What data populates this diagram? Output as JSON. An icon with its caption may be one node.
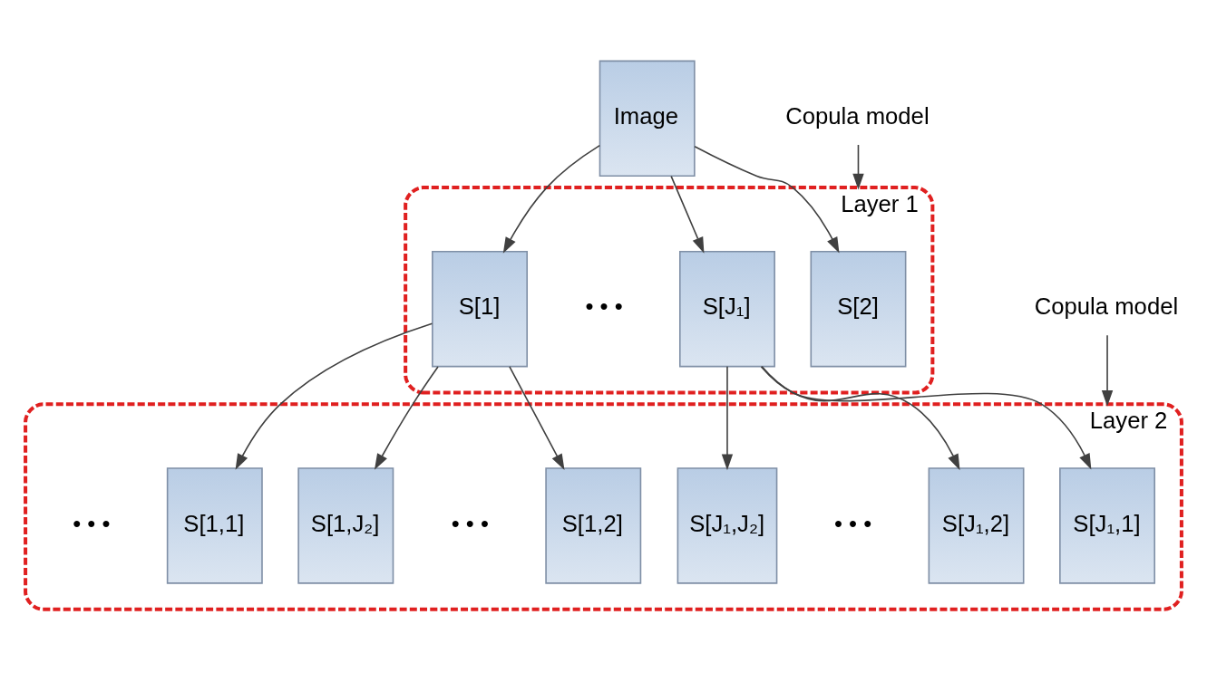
{
  "diagram": {
    "nodes": [
      {
        "text": [
          "Image"
        ]
      },
      {
        "text": [
          "Copula model"
        ]
      },
      {
        "text": [],
        "shape": "ellipse",
        "beside": [
          "Layer 1"
        ]
      },
      {
        "text": [
          "S[1]"
        ],
        "in": 2
      },
      {
        "text": [
          "S[2]"
        ],
        "in": 2
      },
      {
        "text": [
          "S[J₁]"
        ],
        "in": 2
      },
      {
        "text": [
          "Copula model"
        ]
      },
      {
        "text": [],
        "shape": "ellipse",
        "beside": [
          "Layer 2"
        ]
      },
      {
        "text": [
          "S[1,1]"
        ],
        "in": 7
      },
      {
        "text": [
          "S[1,2]"
        ],
        "in": 7
      },
      {
        "text": [
          "S[1,J₂]"
        ],
        "in": 7
      },
      {
        "text": [
          "S[J₁,1]"
        ],
        "in": 7
      },
      {
        "text": [
          "S[J₁,2]"
        ],
        "in": 7
      },
      {
        "text": [
          "S[J₁,J₂]"
        ],
        "in": 7
      }
    ],
    "edges": [
      {
        "from": 0,
        "to": 3,
        "arrow": "to"
      },
      {
        "from": 0,
        "to": 4,
        "arrow": "to"
      },
      {
        "from": 0,
        "to": 5,
        "arrow": "to"
      },
      {
        "from": 1,
        "to": 2,
        "arrow": "to"
      },
      {
        "from": 3,
        "to": 8,
        "arrow": "to"
      },
      {
        "from": 3,
        "to": 9,
        "arrow": "to"
      },
      {
        "from": 3,
        "to": 10,
        "arrow": "to"
      },
      {
        "from": 5,
        "to": 11,
        "arrow": "to"
      },
      {
        "from": 5,
        "to": 12,
        "arrow": "to"
      },
      {
        "from": 5,
        "to": 13,
        "arrow": "to"
      },
      {
        "from": 6,
        "to": 7,
        "arrow": "to"
      }
    ],
    "labels": [
      "• • •",
      "• • •",
      "• • •",
      "• • •"
    ]
  }
}
